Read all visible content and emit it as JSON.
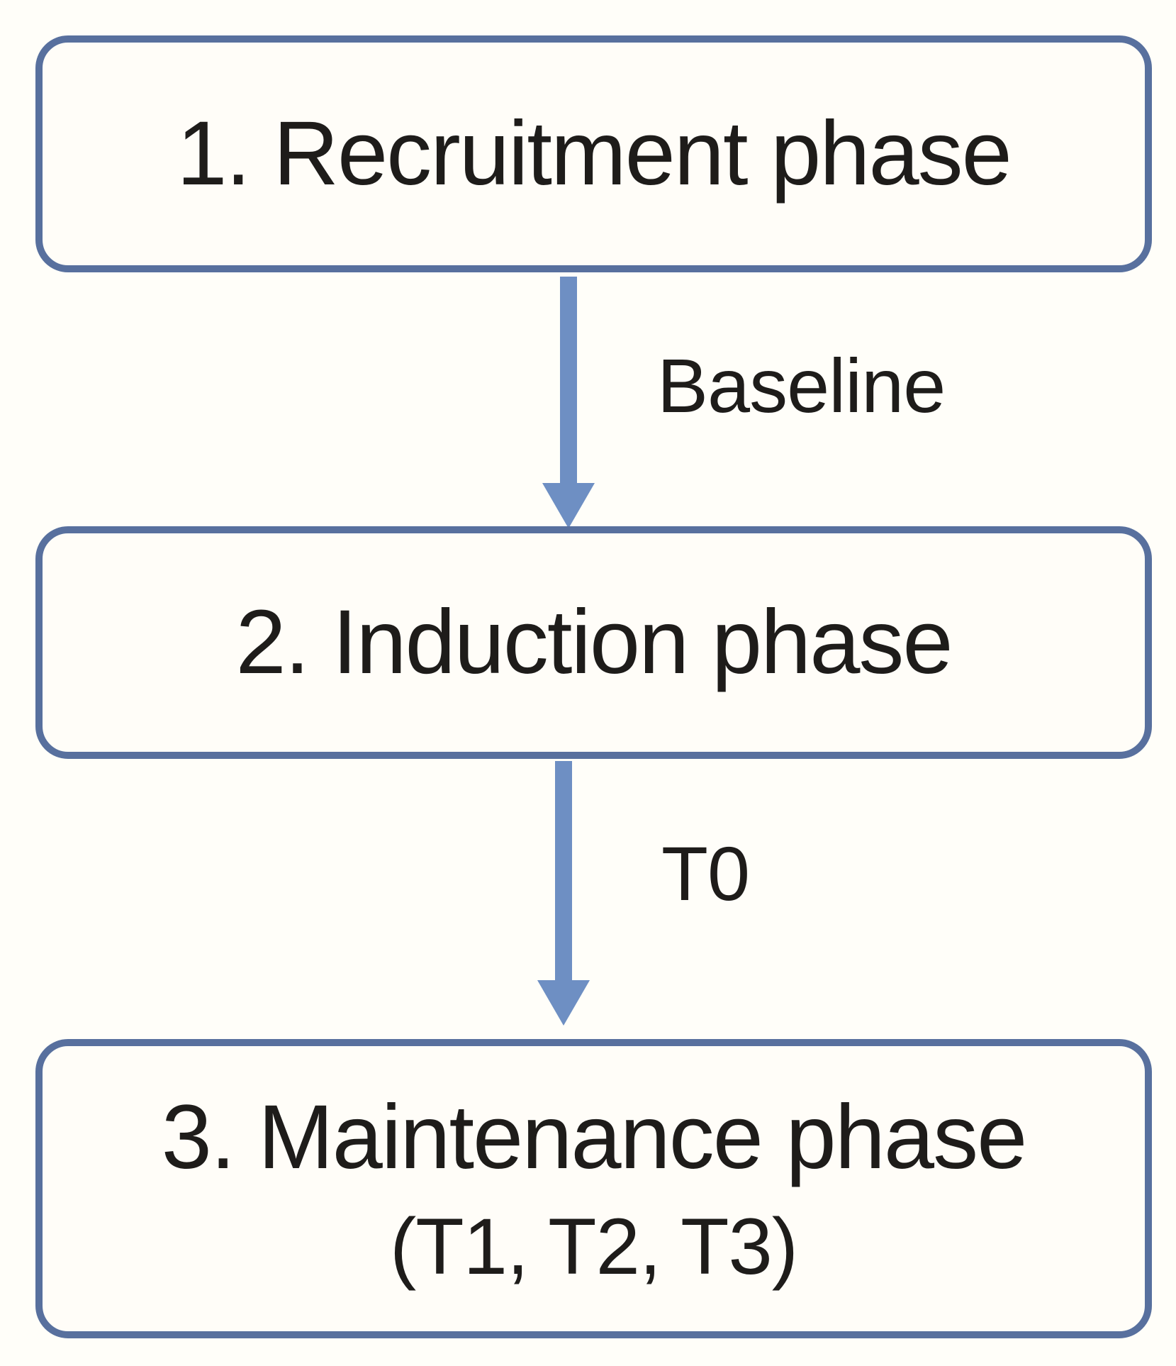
{
  "diagram": {
    "type": "flowchart",
    "direction": "top-down",
    "colors": {
      "box_border": "#58709e",
      "box_background": "#fffdf8",
      "arrow_fill": "#6e8fc3",
      "text": "#1e1c1a",
      "page_background": "#fffef9"
    },
    "boxes": [
      {
        "label": "1. Recruitment phase"
      },
      {
        "label": "2. Induction phase"
      },
      {
        "label": "3. Maintenance phase",
        "sublabel": "(T1, T2, T3)"
      }
    ],
    "arrows": [
      {
        "from": 0,
        "to": 1,
        "label": "Baseline"
      },
      {
        "from": 1,
        "to": 2,
        "label": "T0"
      }
    ]
  }
}
